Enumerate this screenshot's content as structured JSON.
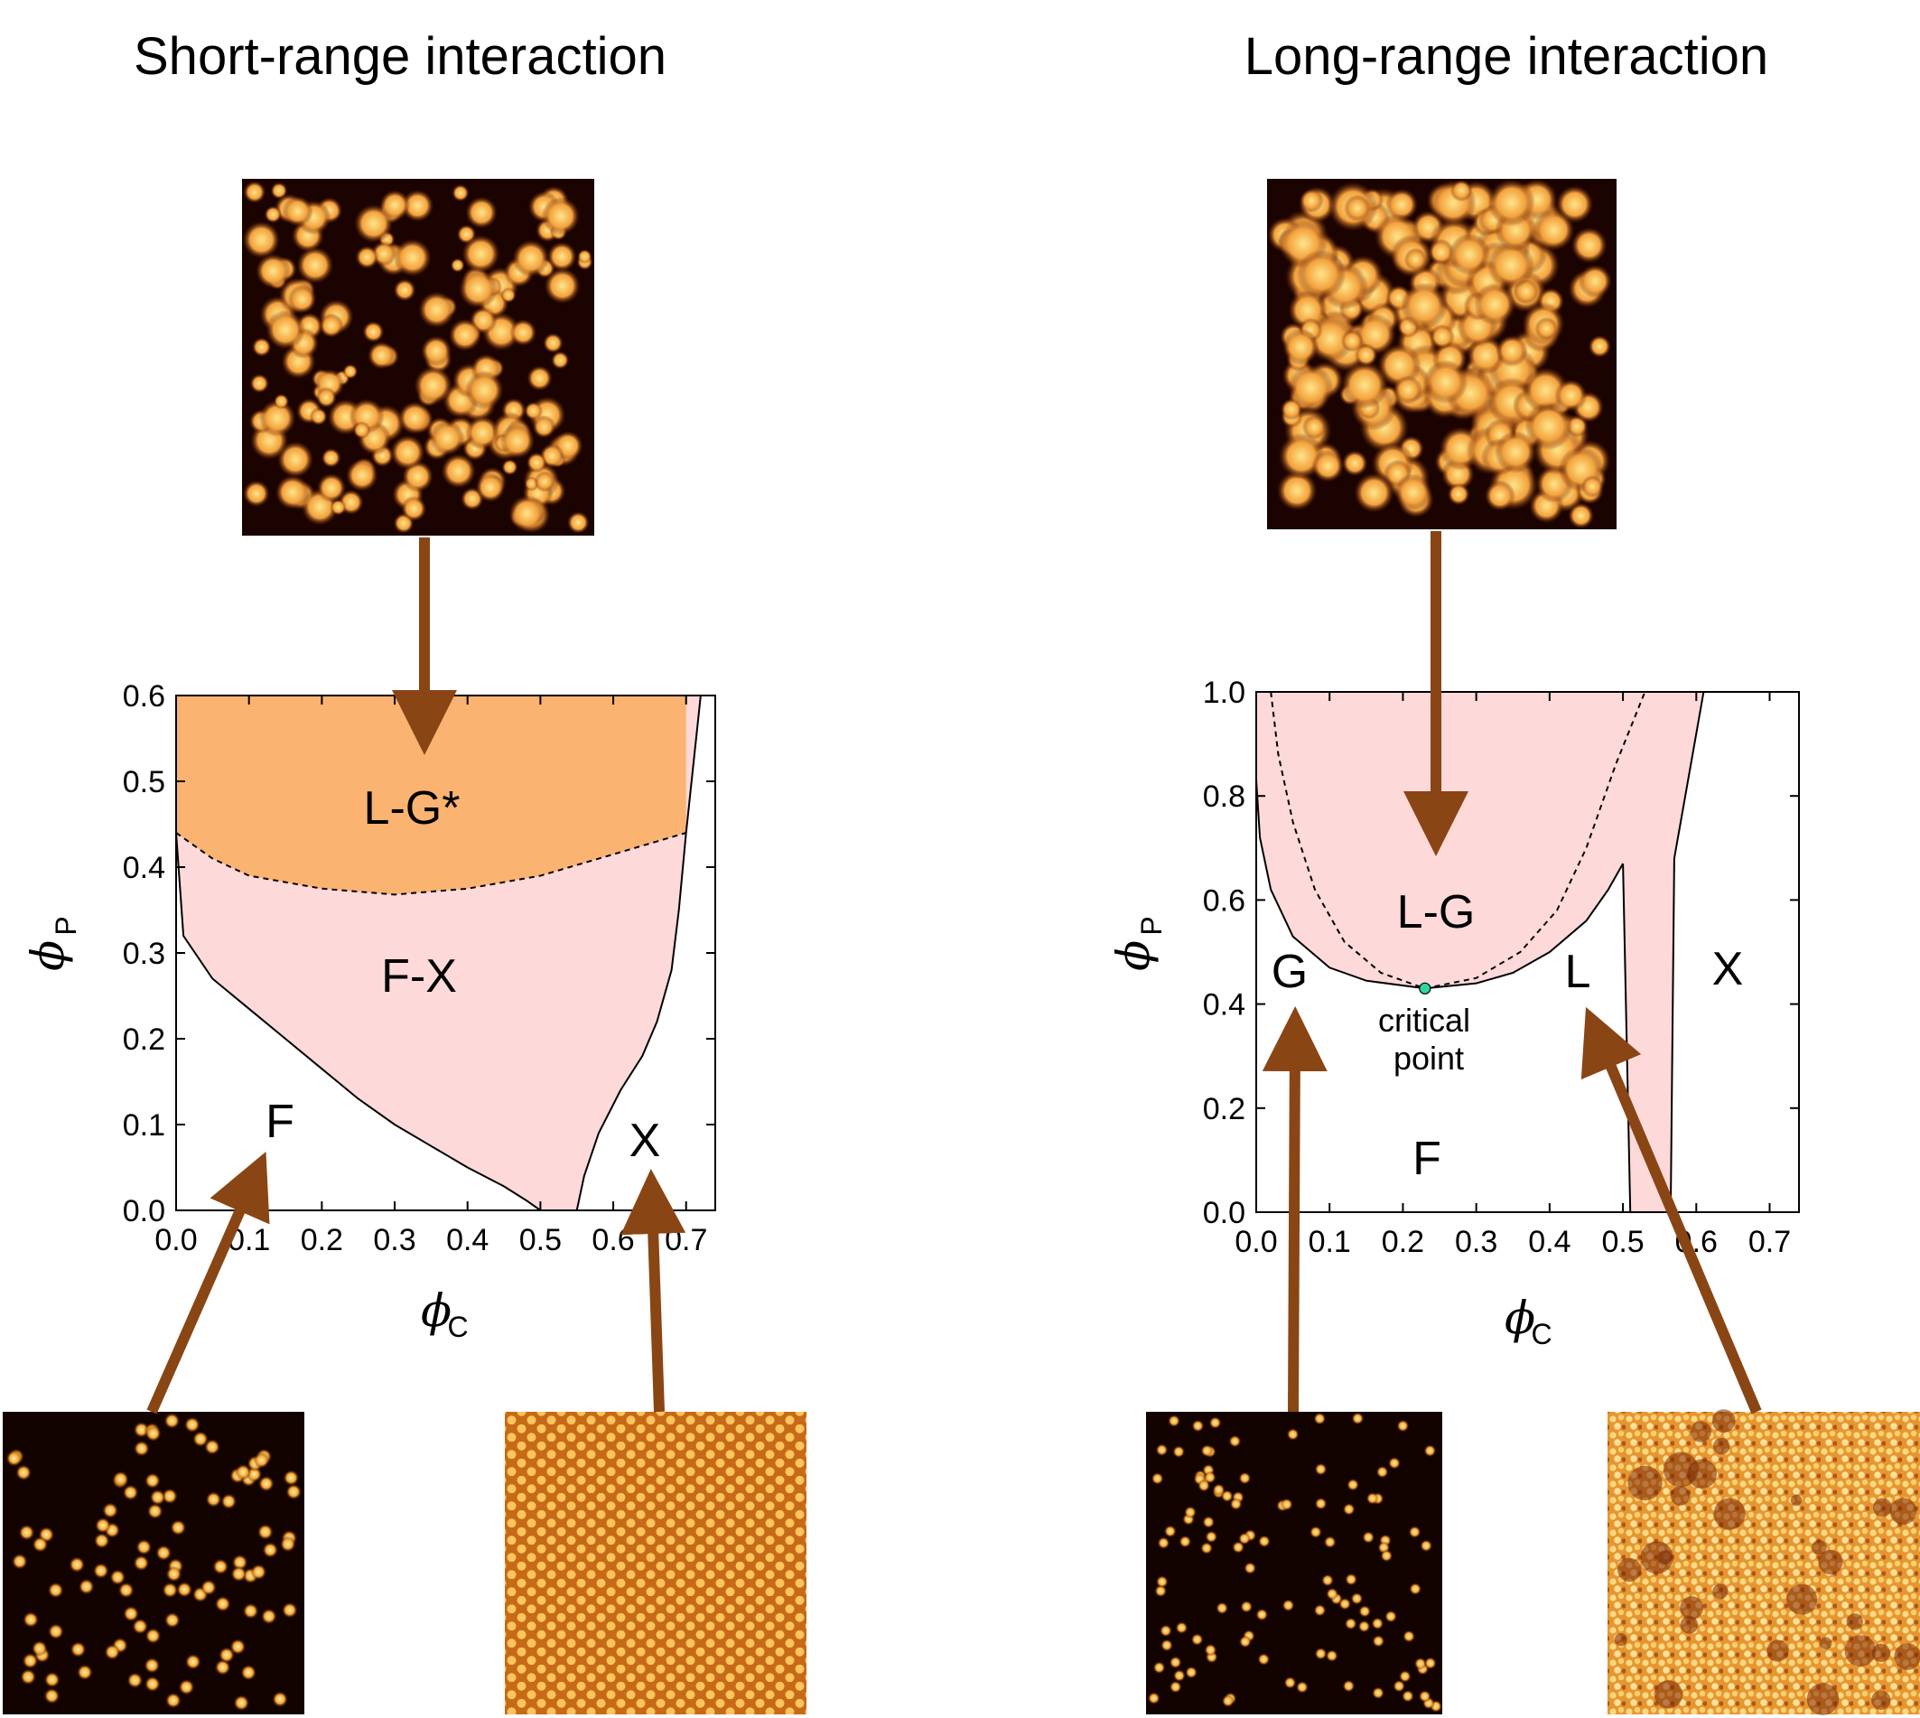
{
  "colors": {
    "arrow": "#8a4515",
    "fx_region": "#fdd9d9",
    "lg_star_region": "#fbb372",
    "lg_region": "#fdd9d9",
    "critical_point": "#2fd6a0",
    "micrograph_dark": "#1a0300",
    "micrograph_bright": "#ffe58a"
  },
  "chart_data": [
    {
      "title": "Short-range interaction",
      "type": "area",
      "xlabel": "ϕ",
      "xlabel_sub": "C",
      "ylabel": "ϕ",
      "ylabel_sub": "P",
      "xlim": [
        0.0,
        0.74
      ],
      "ylim": [
        0.0,
        0.6
      ],
      "xticks": [
        "0.0",
        "0.1",
        "0.2",
        "0.3",
        "0.4",
        "0.5",
        "0.6",
        "0.7"
      ],
      "yticks": [
        "0.0",
        "0.1",
        "0.2",
        "0.3",
        "0.4",
        "0.5",
        "0.6"
      ],
      "grid": false,
      "region_labels": [
        "L-G*",
        "F-X",
        "F",
        "X"
      ],
      "fluid_boundary": [
        [
          0.0,
          0.44
        ],
        [
          0.01,
          0.32
        ],
        [
          0.05,
          0.27
        ],
        [
          0.1,
          0.235
        ],
        [
          0.15,
          0.2
        ],
        [
          0.2,
          0.165
        ],
        [
          0.25,
          0.13
        ],
        [
          0.3,
          0.1
        ],
        [
          0.35,
          0.075
        ],
        [
          0.4,
          0.05
        ],
        [
          0.45,
          0.028
        ],
        [
          0.48,
          0.012
        ],
        [
          0.5,
          0.0
        ]
      ],
      "crystal_boundary": [
        [
          0.55,
          0.0
        ],
        [
          0.56,
          0.04
        ],
        [
          0.58,
          0.09
        ],
        [
          0.61,
          0.14
        ],
        [
          0.64,
          0.18
        ],
        [
          0.66,
          0.22
        ],
        [
          0.68,
          0.28
        ],
        [
          0.69,
          0.35
        ],
        [
          0.7,
          0.44
        ],
        [
          0.71,
          0.52
        ],
        [
          0.72,
          0.6
        ]
      ],
      "dashed_boundary": [
        [
          0.0,
          0.44
        ],
        [
          0.05,
          0.41
        ],
        [
          0.1,
          0.39
        ],
        [
          0.2,
          0.375
        ],
        [
          0.3,
          0.368
        ],
        [
          0.4,
          0.375
        ],
        [
          0.5,
          0.39
        ],
        [
          0.6,
          0.415
        ],
        [
          0.7,
          0.44
        ]
      ],
      "micrographs": [
        "L-G*",
        "F",
        "X"
      ]
    },
    {
      "title": "Long-range interaction",
      "type": "area",
      "xlabel": "ϕ",
      "xlabel_sub": "C",
      "ylabel": "ϕ",
      "ylabel_sub": "P",
      "xlim": [
        0.0,
        0.74
      ],
      "ylim": [
        0.0,
        1.0
      ],
      "xticks": [
        "0.0",
        "0.1",
        "0.2",
        "0.3",
        "0.4",
        "0.5",
        "0.6",
        "0.7"
      ],
      "yticks": [
        "0.0",
        "0.2",
        "0.4",
        "0.6",
        "0.8",
        "1.0"
      ],
      "grid": false,
      "region_labels": [
        "L-G",
        "G",
        "L",
        "X",
        "F"
      ],
      "annotation": "critical\npoint",
      "critical_point": [
        0.23,
        0.43
      ],
      "coexistence_curve": [
        [
          0.0,
          0.83
        ],
        [
          0.005,
          0.72
        ],
        [
          0.02,
          0.62
        ],
        [
          0.05,
          0.53
        ],
        [
          0.1,
          0.47
        ],
        [
          0.15,
          0.445
        ],
        [
          0.23,
          0.43
        ],
        [
          0.3,
          0.44
        ],
        [
          0.35,
          0.46
        ],
        [
          0.4,
          0.5
        ],
        [
          0.45,
          0.56
        ],
        [
          0.48,
          0.62
        ],
        [
          0.5,
          0.67
        ]
      ],
      "spinodal_dashed": [
        [
          0.02,
          1.0
        ],
        [
          0.03,
          0.88
        ],
        [
          0.05,
          0.75
        ],
        [
          0.08,
          0.62
        ],
        [
          0.12,
          0.52
        ],
        [
          0.17,
          0.46
        ],
        [
          0.23,
          0.43
        ],
        [
          0.3,
          0.45
        ],
        [
          0.36,
          0.5
        ],
        [
          0.41,
          0.58
        ],
        [
          0.45,
          0.7
        ],
        [
          0.49,
          0.86
        ],
        [
          0.53,
          1.0
        ]
      ],
      "liquid_boundary": [
        [
          0.5,
          0.67
        ],
        [
          0.51,
          0.0
        ]
      ],
      "crystal_boundary": [
        [
          0.565,
          0.0
        ],
        [
          0.57,
          0.68
        ],
        [
          0.585,
          0.8
        ],
        [
          0.6,
          0.92
        ],
        [
          0.61,
          1.0
        ]
      ],
      "micrographs": [
        "L-G",
        "G",
        "L"
      ]
    }
  ]
}
